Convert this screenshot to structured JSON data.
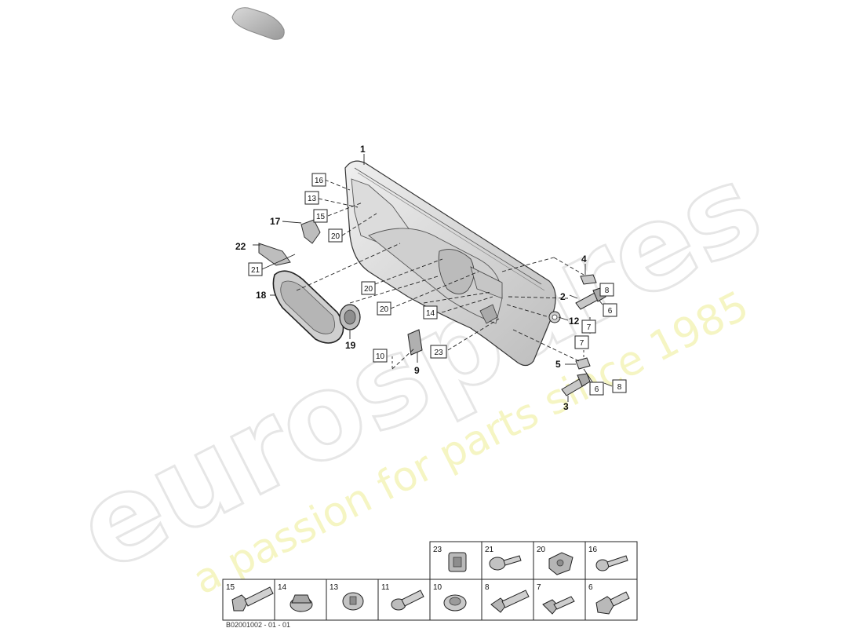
{
  "watermark": {
    "brand": "eurospares",
    "tagline": "a passion for parts since 1985"
  },
  "callouts": [
    {
      "id": "c1",
      "label": "1"
    },
    {
      "id": "c17",
      "label": "17"
    },
    {
      "id": "c22",
      "label": "22"
    },
    {
      "id": "c18",
      "label": "18"
    },
    {
      "id": "c19",
      "label": "19"
    },
    {
      "id": "c9",
      "label": "9"
    },
    {
      "id": "c4",
      "label": "4"
    },
    {
      "id": "c2",
      "label": "2"
    },
    {
      "id": "c12",
      "label": "12"
    },
    {
      "id": "c5",
      "label": "5"
    },
    {
      "id": "c3",
      "label": "3"
    }
  ],
  "boxes": [
    {
      "id": "b16",
      "label": "16"
    },
    {
      "id": "b13",
      "label": "13"
    },
    {
      "id": "b15",
      "label": "15"
    },
    {
      "id": "b20a",
      "label": "20"
    },
    {
      "id": "b21",
      "label": "21"
    },
    {
      "id": "b20b",
      "label": "20"
    },
    {
      "id": "b20c",
      "label": "20"
    },
    {
      "id": "b14",
      "label": "14"
    },
    {
      "id": "b10",
      "label": "10"
    },
    {
      "id": "b23",
      "label": "23"
    },
    {
      "id": "b8a",
      "label": "8"
    },
    {
      "id": "b6a",
      "label": "6"
    },
    {
      "id": "b7a",
      "label": "7"
    },
    {
      "id": "b7b",
      "label": "7"
    },
    {
      "id": "b6b",
      "label": "6"
    },
    {
      "id": "b8b",
      "label": "8"
    }
  ],
  "parts_table": {
    "top_row": [
      "23",
      "21",
      "20",
      "16"
    ],
    "bottom_row": [
      "15",
      "14",
      "13",
      "11",
      "10",
      "8",
      "7",
      "6"
    ]
  },
  "footer_code": "B02001002 - 01 - 01"
}
